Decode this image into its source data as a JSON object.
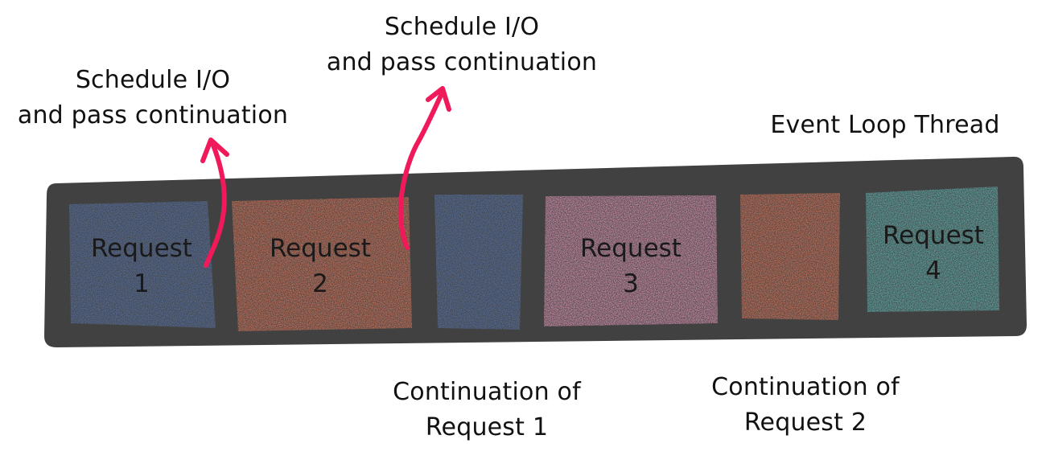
{
  "colors": {
    "thread_bar": "#414141",
    "request_blue": "#5b7bb6",
    "request_orange": "#f07e5f",
    "request_pink": "#f7a3c7",
    "request_teal": "#66c4c1",
    "arrow": "#f0195a",
    "text": "#111111"
  },
  "thread_label": "Event Loop Thread",
  "blocks": [
    {
      "line1": "Request",
      "line2": "1"
    },
    {
      "line1": "Request",
      "line2": "2"
    },
    {
      "line1": "",
      "line2": ""
    },
    {
      "line1": "Request",
      "line2": "3"
    },
    {
      "line1": "",
      "line2": ""
    },
    {
      "line1": "Request",
      "line2": "4"
    }
  ],
  "schedule_notes": [
    {
      "line1": "Schedule I/O",
      "line2": "and pass continuation"
    },
    {
      "line1": "Schedule I/O",
      "line2": "and pass continuation"
    }
  ],
  "continuation_notes": [
    {
      "line1": "Continuation of",
      "line2": "Request 1"
    },
    {
      "line1": "Continuation of",
      "line2": "Request 2"
    }
  ]
}
